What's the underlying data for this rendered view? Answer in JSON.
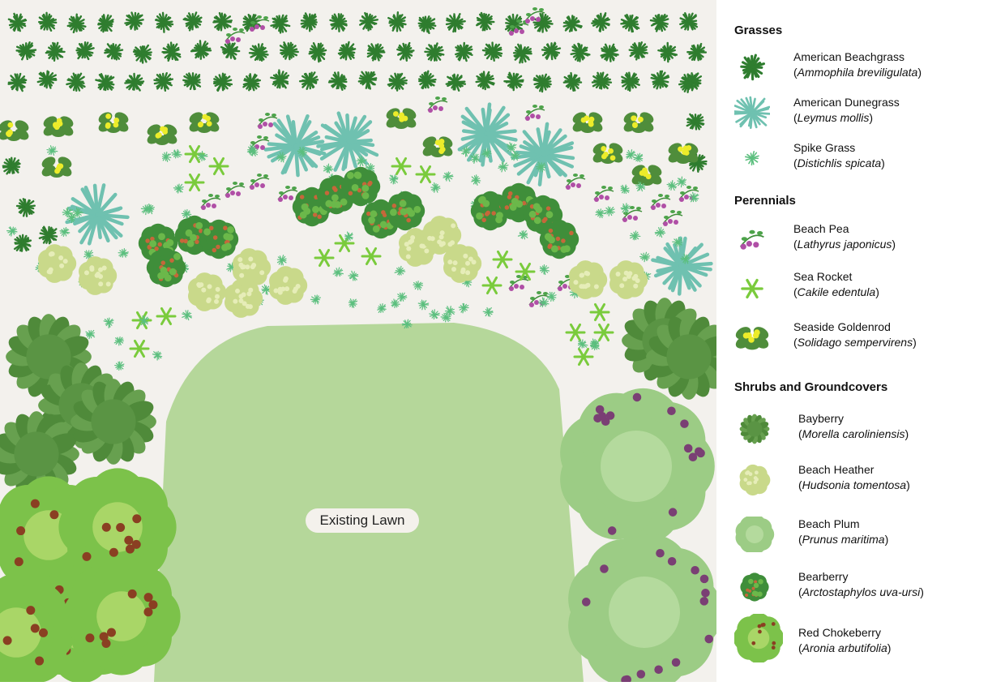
{
  "plan": {
    "lawn_label": "Existing Lawn"
  },
  "legend": {
    "sections": [
      {
        "title": "Grasses",
        "items": [
          {
            "common": "American Beachgrass",
            "latin": "Ammophila breviligulata",
            "icon": "beachgrass-icon"
          },
          {
            "common": "American Dunegrass",
            "latin": "Leymus mollis",
            "icon": "dunegrass-icon"
          },
          {
            "common": "Spike Grass",
            "latin": "Distichlis spicata",
            "icon": "spike-grass-icon"
          }
        ]
      },
      {
        "title": "Perennials",
        "items": [
          {
            "common": "Beach Pea",
            "latin": "Lathyrus  japonicus",
            "icon": "beach-pea-icon"
          },
          {
            "common": "Sea Rocket",
            "latin": "Cakile edentula",
            "icon": "sea-rocket-icon"
          },
          {
            "common": "Seaside Goldenrod",
            "latin": "Solidago sempervirens",
            "icon": "goldenrod-icon"
          }
        ]
      },
      {
        "title": "Shrubs and Groundcovers",
        "items": [
          {
            "common": "Bayberry",
            "latin": "Morella caroliniensis",
            "icon": "bayberry-icon"
          },
          {
            "common": "Beach Heather",
            "latin": "Hudsonia tomentosa",
            "icon": "beach-heather-icon"
          },
          {
            "common": "Beach Plum",
            "latin": "Prunus maritima",
            "icon": "beach-plum-icon"
          },
          {
            "common": "Bearberry",
            "latin": "Arctostaphylos uva-ursi",
            "icon": "bearberry-icon"
          },
          {
            "common": "Red Chokeberry",
            "latin": "Aronia arbutifolia",
            "icon": "chokeberry-icon"
          }
        ]
      }
    ]
  },
  "colors": {
    "lawn": "#b5d79a",
    "sand": "#f3f1ed",
    "beachgrass": "#2f7d2f",
    "dunegrass": "#6fc1b0",
    "spikegrass": "#5cbf7e",
    "bayberry": "#4f8a3a",
    "heather": "#c9d98a",
    "plum": "#9ccc85",
    "bearberry": "#3f8e3a",
    "chokeberry": "#7cc24a",
    "goldenrod_flower": "#ecec2a",
    "pea_flower": "#b04fa6"
  }
}
